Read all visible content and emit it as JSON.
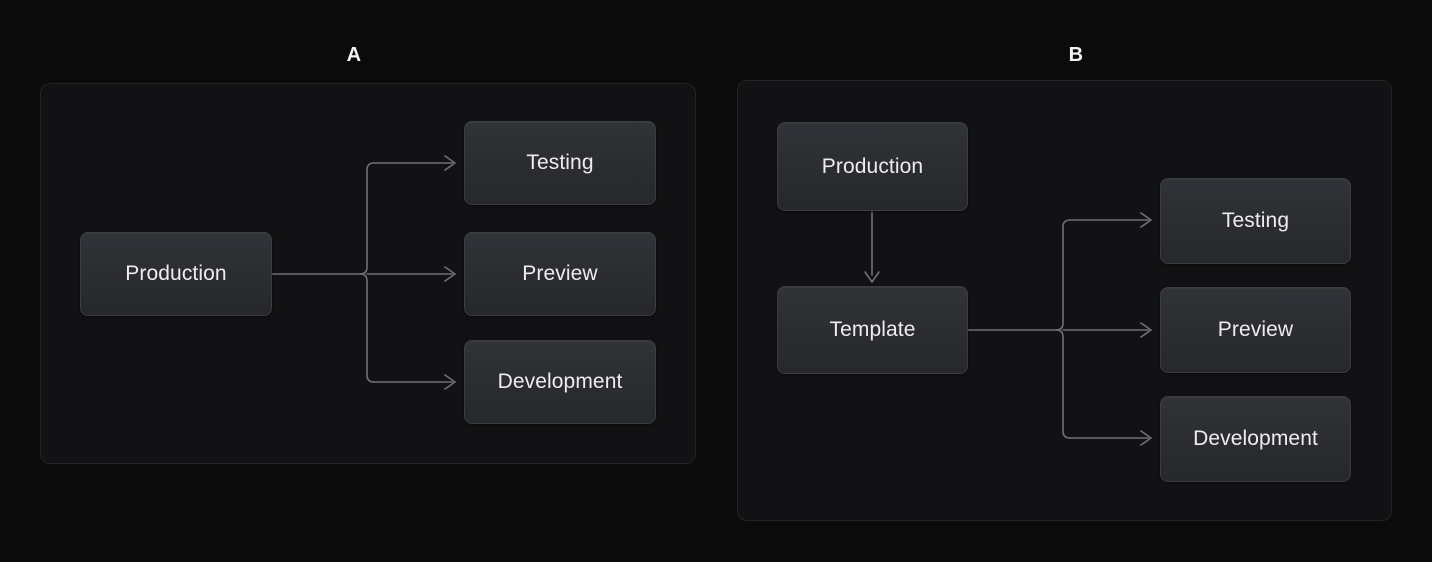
{
  "page": {
    "background": "#0b0b0c",
    "panel_background": "#121214",
    "panel_border": "#242428",
    "node_fill": "#2b2d31",
    "node_border": "#3a3d42",
    "edge_color": "#6e7176",
    "text_color": "#ededee"
  },
  "panels": [
    {
      "caption": "A",
      "nodes": {
        "source": "Production",
        "targets": [
          "Testing",
          "Preview",
          "Development"
        ]
      }
    },
    {
      "caption": "B",
      "nodes": {
        "source": "Production",
        "intermediate": "Template",
        "targets": [
          "Testing",
          "Preview",
          "Development"
        ]
      }
    }
  ],
  "panel_a": {
    "caption": "A",
    "production": "Production",
    "testing": "Testing",
    "preview": "Preview",
    "development": "Development"
  },
  "panel_b": {
    "caption": "B",
    "production": "Production",
    "template": "Template",
    "testing": "Testing",
    "preview": "Preview",
    "development": "Development"
  }
}
